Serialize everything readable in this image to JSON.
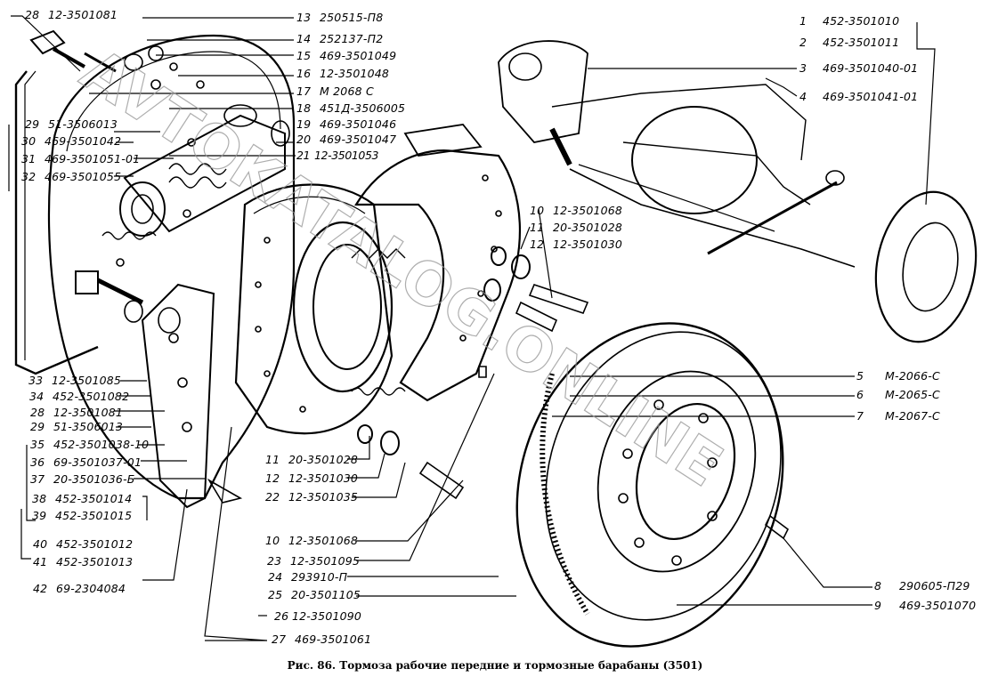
{
  "figure": {
    "caption": "Рис. 86. Тормоза рабочие передние и тормозные барабаны (3501)",
    "watermark": "AVTOKATALOG.ONLINE"
  },
  "callouts": {
    "top_left": [
      {
        "num": "28",
        "part": "12-3501081"
      }
    ],
    "top_center": [
      {
        "num": "13",
        "part": "250515-П8"
      },
      {
        "num": "14",
        "part": "252137-П2"
      },
      {
        "num": "15",
        "part": "469-3501049"
      },
      {
        "num": "16",
        "part": "12-3501048"
      },
      {
        "num": "17",
        "part": "М 2068 С"
      },
      {
        "num": "18",
        "part": "451Д-3506005"
      },
      {
        "num": "19",
        "part": "469-3501046"
      },
      {
        "num": "20",
        "part": "469-3501047"
      },
      {
        "num": "21",
        "part": "12-3501053"
      }
    ],
    "left_upper": [
      {
        "num": "29",
        "part": "51-3506013"
      },
      {
        "num": "30",
        "part": "469-3501042"
      },
      {
        "num": "31",
        "part": "469-3501051-01"
      },
      {
        "num": "32",
        "part": "469-3501055"
      }
    ],
    "left_lower": [
      {
        "num": "33",
        "part": "12-3501085"
      },
      {
        "num": "34",
        "part": "452-3501082"
      },
      {
        "num": "28",
        "part": "12-3501081"
      },
      {
        "num": "29",
        "part": "51-3506013"
      },
      {
        "num": "35",
        "part": "452-3501038-10"
      },
      {
        "num": "36",
        "part": "69-3501037-01"
      },
      {
        "num": "37",
        "part": "20-3501036-Б"
      },
      {
        "num": "38",
        "part": "452-3501014"
      },
      {
        "num": "39",
        "part": "452-3501015"
      },
      {
        "num": "40",
        "part": "452-3501012"
      },
      {
        "num": "41",
        "part": "452-3501013"
      },
      {
        "num": "42",
        "part": "69-2304084"
      }
    ],
    "center_right": [
      {
        "num": "10",
        "part": "12-3501068"
      },
      {
        "num": "11",
        "part": "20-3501028"
      },
      {
        "num": "12",
        "part": "12-3501030"
      }
    ],
    "center_bottom": [
      {
        "num": "11",
        "part": "20-3501028"
      },
      {
        "num": "12",
        "part": "12-3501030"
      },
      {
        "num": "22",
        "part": "12-3501035"
      },
      {
        "num": "10",
        "part": "12-3501068"
      },
      {
        "num": "23",
        "part": "12-3501095"
      },
      {
        "num": "24",
        "part": "293910-П"
      },
      {
        "num": "25",
        "part": "20-3501105"
      },
      {
        "num": "26",
        "part": "12-3501090"
      },
      {
        "num": "27",
        "part": "469-3501061"
      }
    ],
    "top_right": [
      {
        "num": "1",
        "part": "452-3501010"
      },
      {
        "num": "2",
        "part": "452-3501011"
      },
      {
        "num": "3",
        "part": "469-3501040-01"
      },
      {
        "num": "4",
        "part": "469-3501041-01"
      }
    ],
    "right_middle": [
      {
        "num": "5",
        "part": "М-2066-С"
      },
      {
        "num": "6",
        "part": "М-2065-С"
      },
      {
        "num": "7",
        "part": "М-2067-С"
      }
    ],
    "right_bottom": [
      {
        "num": "8",
        "part": "290605-П29"
      },
      {
        "num": "9",
        "part": "469-3501070"
      }
    ]
  }
}
